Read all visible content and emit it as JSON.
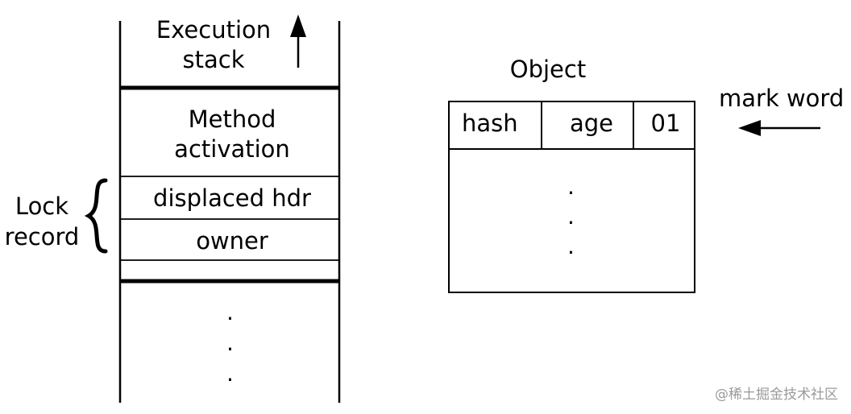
{
  "stack": {
    "title_line1": "Execution",
    "title_line2": "stack",
    "method_line1": "Method",
    "method_line2": "activation",
    "displaced": "displaced hdr",
    "owner": "owner",
    "dots": [
      ".",
      ".",
      "."
    ]
  },
  "lock_record": {
    "line1": "Lock",
    "line2": "record"
  },
  "object": {
    "title": "Object",
    "fields": [
      "hash",
      "age",
      "01"
    ],
    "dots": [
      ".",
      ".",
      "."
    ]
  },
  "mark_word": "mark word",
  "watermark": "@稀土掘金技术社区"
}
